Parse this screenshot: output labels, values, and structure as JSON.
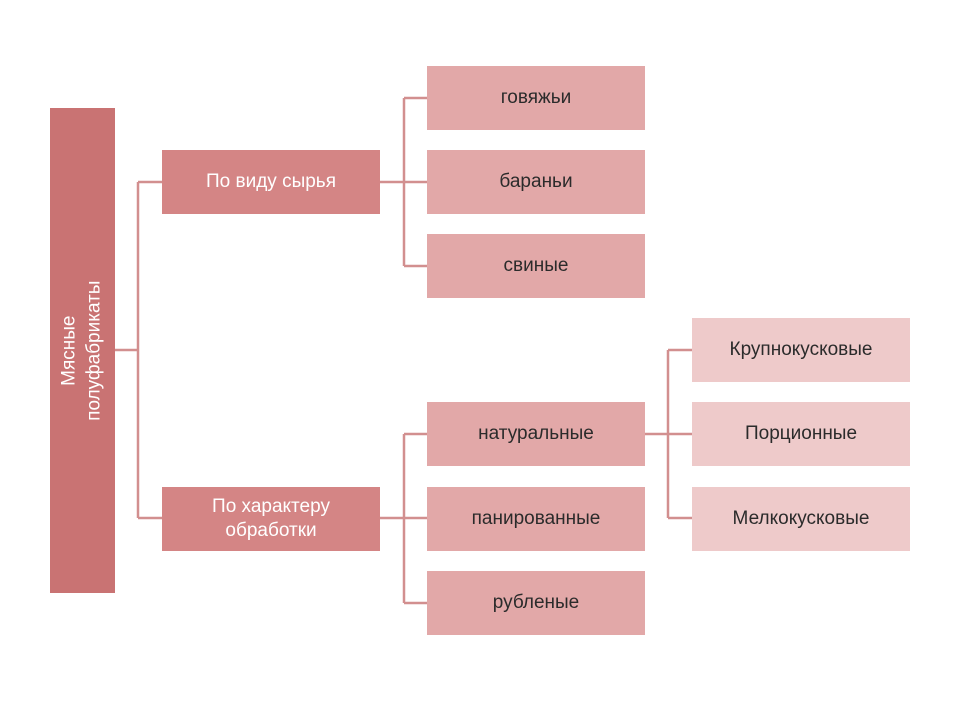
{
  "diagram": {
    "root": {
      "line1": "Мясные",
      "line2": "полуфабрикаты"
    },
    "branches": [
      {
        "label": "По виду сырья",
        "children": [
          "говяжьи",
          "бараньи",
          "свиные"
        ]
      },
      {
        "label": "По характеру обработки",
        "children": [
          "натуральные",
          "панированные",
          "рубленые"
        ]
      }
    ],
    "sub_branch": {
      "parent": "натуральные",
      "children": [
        "Крупнокусковые",
        "Порционные",
        "Мелкокусковые"
      ]
    }
  }
}
